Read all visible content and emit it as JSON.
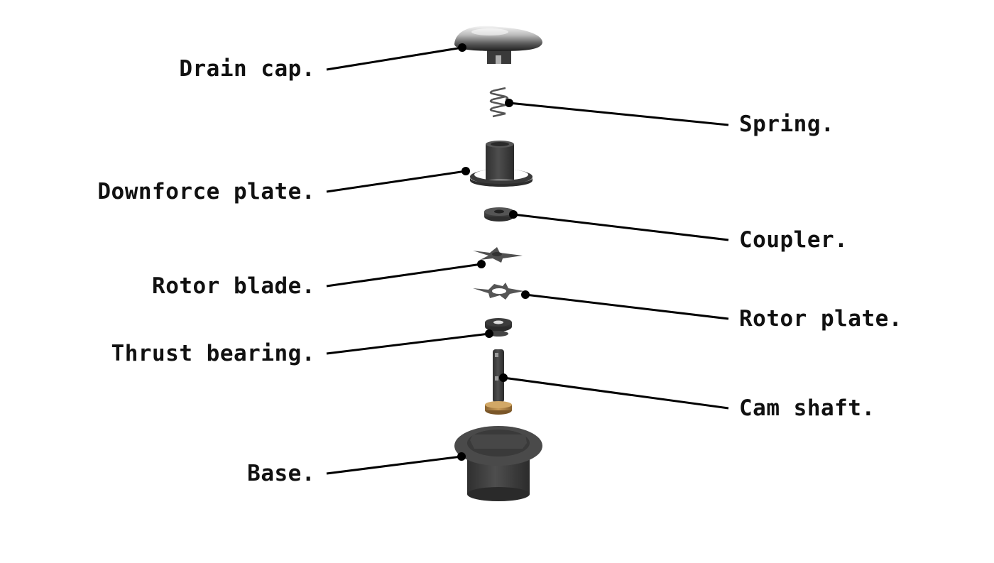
{
  "labels": {
    "drain_cap": "Drain cap.",
    "spring": "Spring.",
    "downforce_plate": "Downforce plate.",
    "coupler": "Coupler.",
    "rotor_blade": "Rotor blade.",
    "rotor_plate": "Rotor plate.",
    "thrust_bearing": "Thrust bearing.",
    "cam_shaft": "Cam shaft.",
    "base": "Base."
  },
  "colors": {
    "text": "#111111",
    "leader": "#000000",
    "part_dark": "#3d3d3d",
    "part_mid": "#4b4b4b",
    "part_light": "#6a6a6a",
    "chrome_light": "#e8e8e8",
    "chrome_dark": "#2a2a2a",
    "brass": "#b58a4a"
  }
}
